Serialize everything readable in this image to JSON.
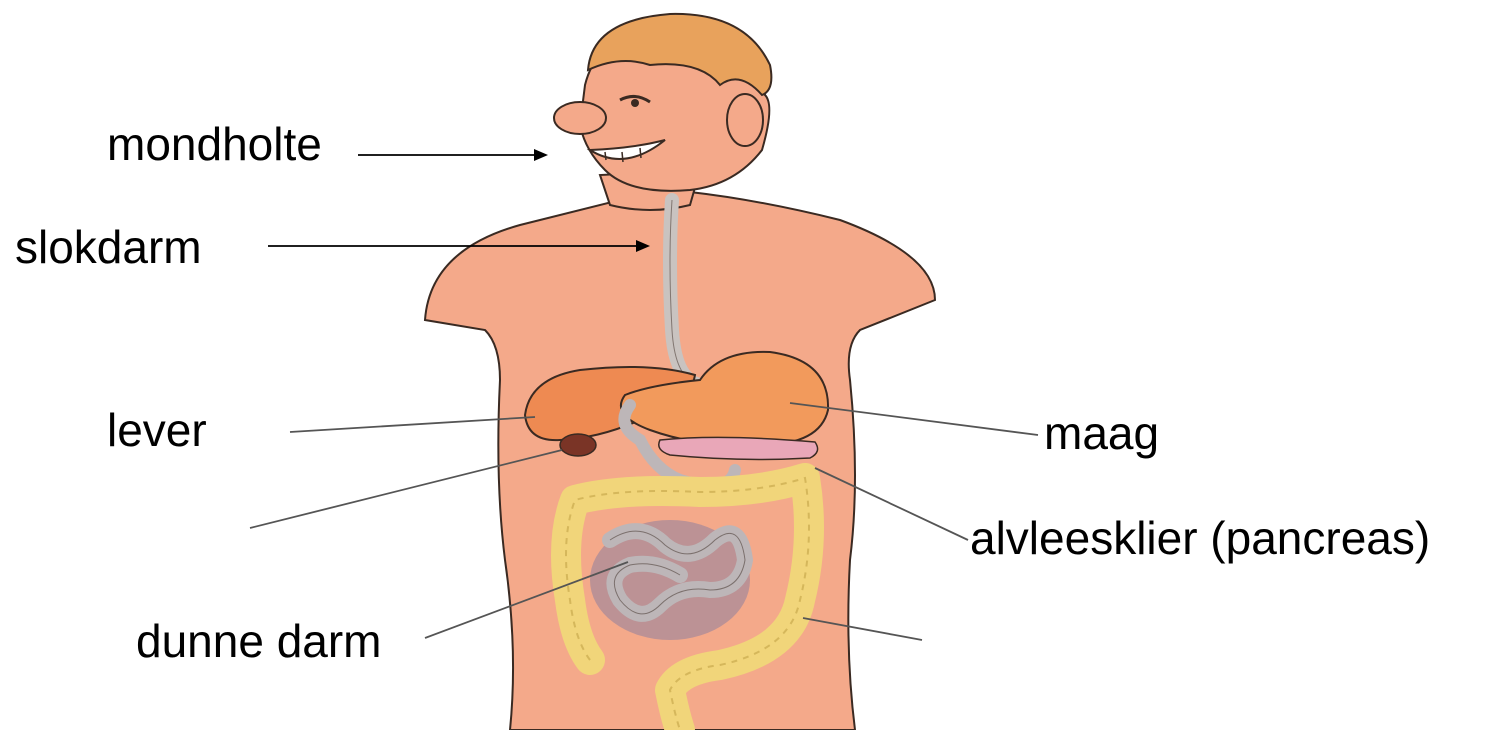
{
  "labels": {
    "mondholte": "mondholte",
    "slokdarm": "slokdarm",
    "lever": "lever",
    "maag": "maag",
    "alvleesklier": "alvleesklier (pancreas)",
    "dunne_darm": "dunne darm"
  },
  "colors": {
    "skin": "#F4A98A",
    "skin_shadow": "#E88E74",
    "hair": "#E8A25C",
    "liver": "#EE8A52",
    "stomach": "#F29A5C",
    "esophagus": "#C9C3C0",
    "small_intestine": "#BDB6B8",
    "large_intestine": "#F1D57A",
    "pancreas": "#E9A7B8",
    "gallbladder": "#7A3426",
    "outline": "#3A2A22",
    "leader_line": "#000000"
  }
}
